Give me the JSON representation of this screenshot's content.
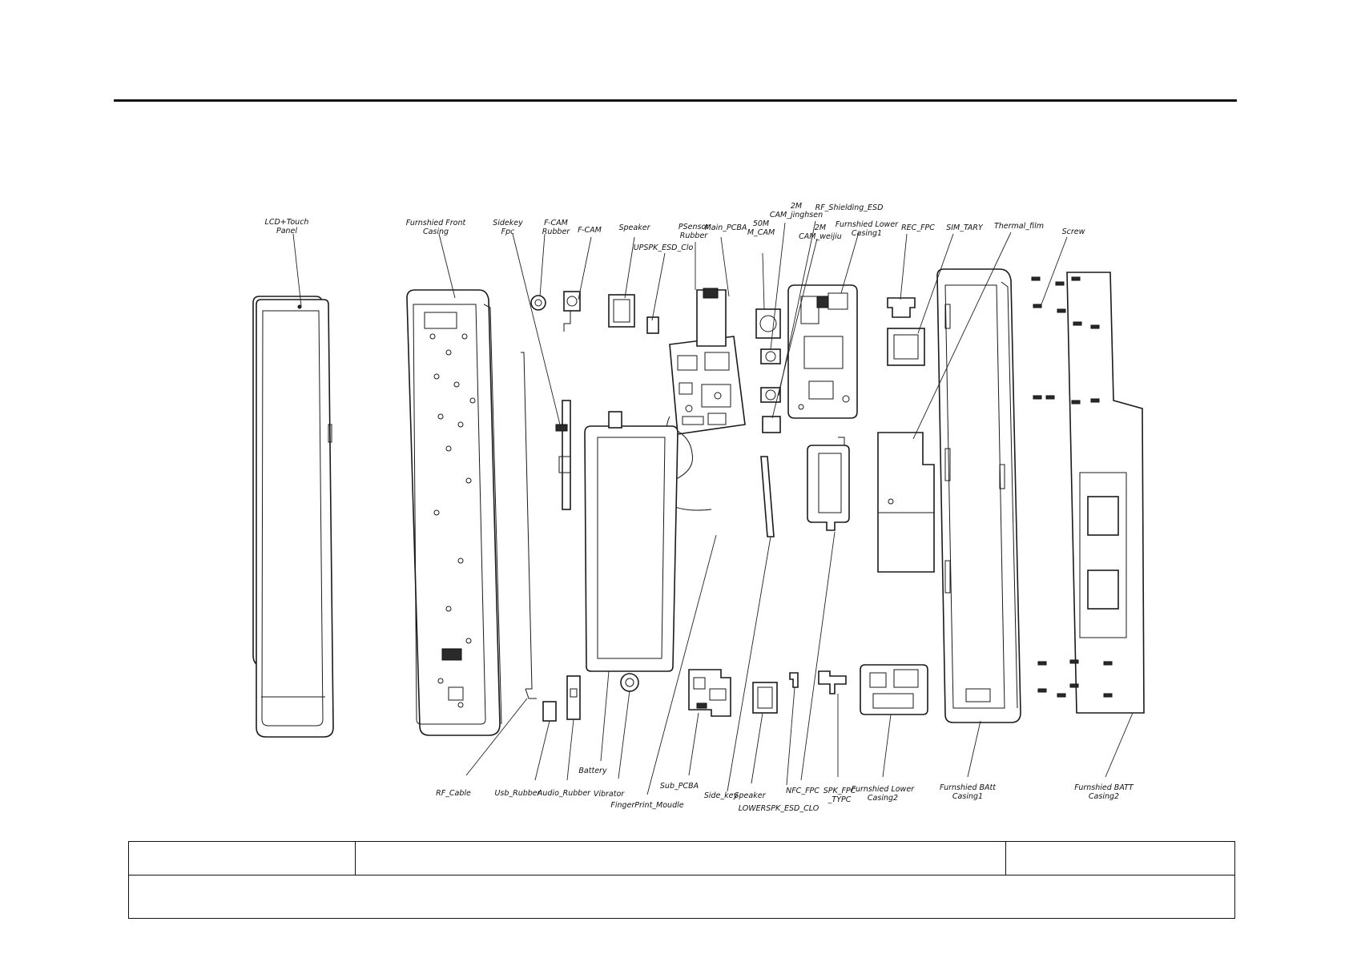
{
  "diagram": {
    "labels": {
      "lcd_touch_panel": [
        "LCD+Touch",
        "Panel"
      ],
      "furnished_front_casing": [
        "Furnshied Front",
        "Casing"
      ],
      "sidekey_fpc": [
        "Sidekey",
        "Fpc"
      ],
      "f_cam_rubber": [
        "F-CAM",
        "Rubber"
      ],
      "f_cam": [
        "F-CAM"
      ],
      "speaker_top": [
        "Speaker"
      ],
      "upspk_esd": [
        "UPSPK_ESD_Clo"
      ],
      "psensor_rubber": [
        "PSensor",
        "Rubber"
      ],
      "main_pcba": [
        "Main_PCBA"
      ],
      "cam_50m": [
        "50M",
        "M_CAM"
      ],
      "cam_2m_jinghsen": [
        "2M",
        "CAM_jinghsen"
      ],
      "cam_2m_weijiu": [
        "2M",
        "CAM_weijiu"
      ],
      "rf_shielding": [
        "RF_Shielding_ESD"
      ],
      "lower_casing1": [
        "Furnshied Lower",
        "Casing1"
      ],
      "rec_fpc": [
        "REC_FPC"
      ],
      "sim_tary": [
        "SIM_TARY"
      ],
      "thermal_film": [
        "Thermal_film"
      ],
      "screw": [
        "Screw"
      ],
      "rf_cable": [
        "RF_Cable"
      ],
      "usb_rubber": [
        "Usb_Rubber"
      ],
      "audio_rubber": [
        "Audio_Rubber"
      ],
      "battery": [
        "Battery"
      ],
      "vibrator": [
        "Vibrator"
      ],
      "fingerprint": [
        "FingerPrint_Moudle"
      ],
      "sub_pcba": [
        "Sub_PCBA"
      ],
      "side_key": [
        "Side_key"
      ],
      "speaker_bottom": [
        "Speaker"
      ],
      "lowerspk_esd": [
        "LOWERSPK_ESD_CLO"
      ],
      "nfc_fpc": [
        "NFC_FPC"
      ],
      "spk_fpc": [
        "SPK_FPC",
        "_TYPC"
      ],
      "lower_casing2": [
        "Furnshied Lower",
        "Casing2"
      ],
      "batt_casing1": [
        "Furnshied BAtt",
        "Casing1"
      ],
      "batt_casing2": [
        "Furnshied BATT",
        "Casing2"
      ]
    }
  },
  "title_block": {
    "cell_1": "",
    "cell_2": "",
    "cell_3": "",
    "row_2": ""
  }
}
